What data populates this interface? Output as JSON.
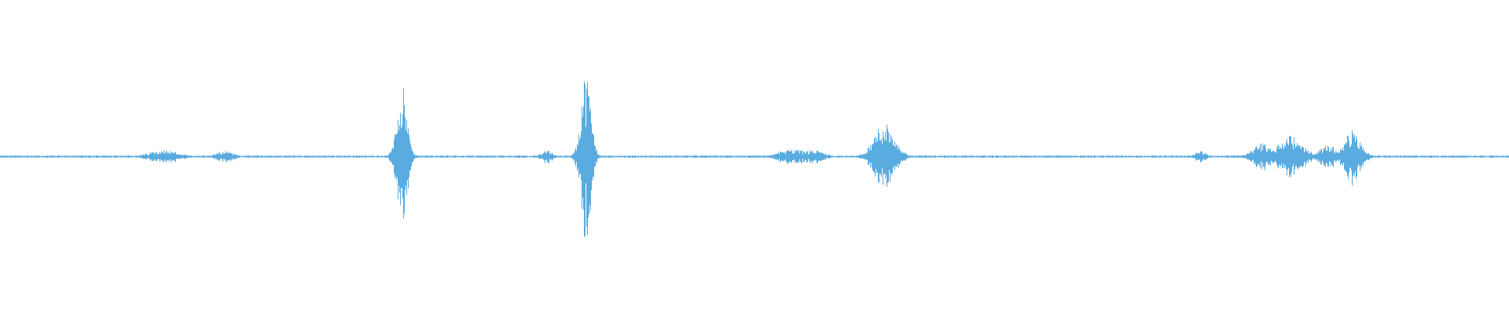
{
  "waveform": {
    "color": "#5aabdf",
    "background": "#ffffff",
    "bursts": [
      {
        "x": 0.108,
        "w": 0.016,
        "a": 0.06
      },
      {
        "x": 0.149,
        "w": 0.01,
        "a": 0.05
      },
      {
        "x": 0.266,
        "w": 0.006,
        "a": 0.62
      },
      {
        "x": 0.362,
        "w": 0.006,
        "a": 0.06
      },
      {
        "x": 0.388,
        "w": 0.006,
        "a": 0.72
      },
      {
        "x": 0.525,
        "w": 0.015,
        "a": 0.07
      },
      {
        "x": 0.539,
        "w": 0.012,
        "a": 0.06
      },
      {
        "x": 0.586,
        "w": 0.012,
        "a": 0.3
      },
      {
        "x": 0.795,
        "w": 0.006,
        "a": 0.05
      },
      {
        "x": 0.836,
        "w": 0.011,
        "a": 0.12
      },
      {
        "x": 0.855,
        "w": 0.015,
        "a": 0.18
      },
      {
        "x": 0.88,
        "w": 0.01,
        "a": 0.1
      },
      {
        "x": 0.896,
        "w": 0.01,
        "a": 0.23
      }
    ]
  }
}
